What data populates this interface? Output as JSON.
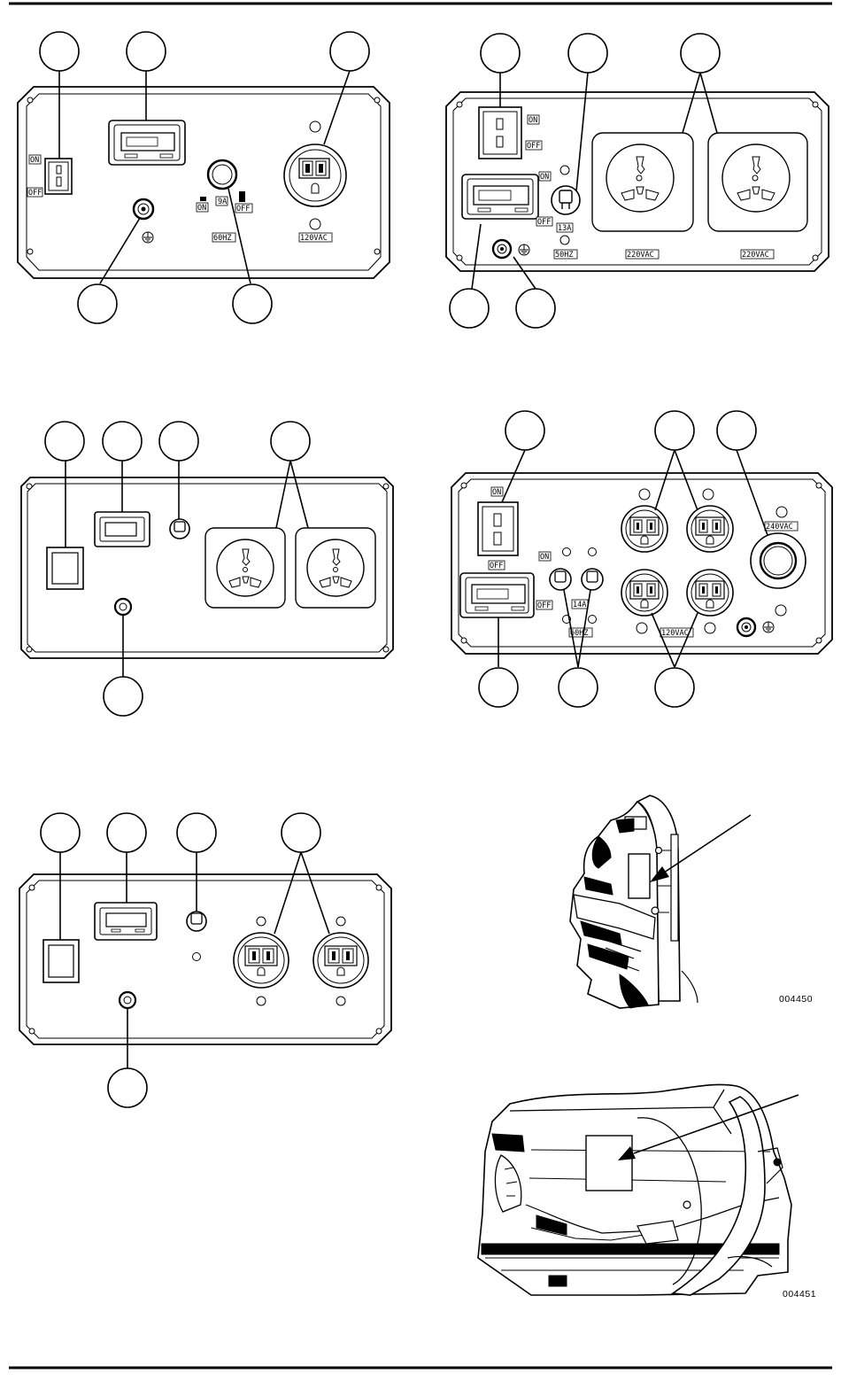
{
  "panel_a": {
    "labels": {
      "on": "ON",
      "off": "OFF",
      "breaker_on": "ON",
      "breaker_rating": "9A",
      "breaker_off": "OFF",
      "frequency": "60HZ",
      "voltage": "120VAC"
    }
  },
  "panel_b": {
    "labels": {
      "switch_on": "ON",
      "switch_off": "OFF",
      "meter_on": "ON",
      "meter_off": "OFF",
      "breaker_rating": "13A",
      "frequency": "50HZ",
      "voltage_left": "220VAC",
      "voltage_right": "220VAC"
    }
  },
  "panel_d": {
    "labels": {
      "switch_on": "ON",
      "switch_off": "OFF",
      "breaker_on": "ON",
      "breaker_off": "OFF",
      "breaker_rating": "14A",
      "frequency": "60HZ",
      "voltage_120": "120VAC",
      "voltage_240": "240VAC"
    }
  },
  "figures": {
    "fig_top": "004450",
    "fig_bottom": "004451"
  }
}
